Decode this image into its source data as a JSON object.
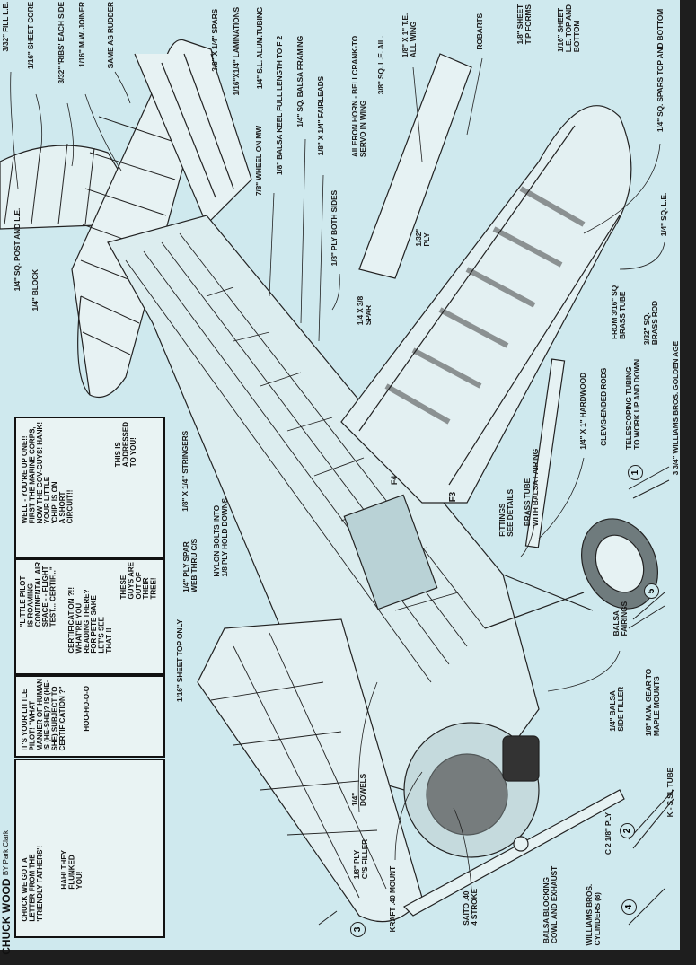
{
  "colors": {
    "paper": "#cfe9ee",
    "ink": "#1a1a1a",
    "border": "#1e1e1e"
  },
  "labels": {
    "fill_le": "3/32\" FILL L.E.",
    "sheet_core": "1/16\" SHEET CORE",
    "ribs_each_side": "3/32\" 'RIBS' EACH SIDE",
    "mw_joiner": "1/16\" M.W. JOINER",
    "same_as_rudder": "SAME AS RUDDER",
    "spars_3_8": "3/8\" X 1/4\" SPARS",
    "laminations": "1/16\"X1/4\" LAMINATIONS",
    "alum_tubing": "1/4\" S.L. ALUM.TUBING",
    "wheel_on_mw": "7/8\" WHEEL ON MW",
    "balsa_keel": "1/8\" BALSA KEEL FULL LENGTH TO F 2",
    "balsa_framing": "1/4\" SQ. BALSA FRAMING",
    "fairleads": "1/8\" X 1/4\" FAIRLEADS",
    "ply_both_sides": "1/8\" PLY BOTH SIDES",
    "aileron_horn": "AILERON HORN - BELLCRANK-TO\nSERVO IN WING",
    "sq_le_ail": "3/8\" SQ. L.E. AIL.",
    "te_all_wing": "1/8\" X 1\" T.E.\nALL WING",
    "robarts": "ROBARTS",
    "tip_forms": "1/8\" SHEET\nTIP FORMS",
    "sheet_le": "1/16\" SHEET\nL.E. TOP AND\nBOTTOM",
    "sq_spars_top_bottom": "1/4\" SQ. SPARS TOP AND BOTTOM",
    "sq_le": "1/4\" SQ. L.E.",
    "ply_1_32": "1/32\"\nPLY",
    "spar_1_4x3_8": "1/4 X 3/8\nSPAR",
    "brass_tube_from": "FROM 3/16\" SQ\nBRASS TUBE",
    "brass_rod": "3/32\" SQ.\nBRASS ROD",
    "williams_golden_age": "3 3/4\" WILLIAMS BROS. GOLDEN AGE",
    "post_and_le": "1/4\" SQ. POST AND L.E.",
    "block": "1/4\" BLOCK",
    "stringers": "1/8\" X 1/4\" STRINGERS",
    "hardwood": "1/4\" X 1\" HARDWOOD",
    "clevis_rods": "CLEVIS-ENDED RODS",
    "telescoping": "TELESCOPING TUBING\nTO WORK UP AND DOWN",
    "fittings": "FITTINGS\nSEE DETAILS",
    "brass_tube_fairing": "BRASS TUBE\nWITH BALSA FAIRING",
    "balsa_fairings": "BALSA\nFAIRINGS",
    "nylon_bolts": "NYLON BOLTS INTO\n1/8 PLY HOLD DOWNS",
    "ply_spar_web": "1/4\" PLY SPAR\nWEB THRU C/S",
    "sheet_top_only": "1/16\" SHEET TOP ONLY",
    "f3": "F3",
    "f4": "F4",
    "side_filler": "1/4\" BALSA\nSIDE FILLER",
    "gear_maple": "1/8\" M.W. GEAR TO\nMAPLE MOUNTS",
    "ks_tube": "K - S SL TUBE",
    "c2_ply": "C 2 1/8\" PLY",
    "dowels": "1/4\"\nDOWELS",
    "cs_filler": "1/8\" PLY\nC/S FILLER",
    "kraft_mount": "KRAFT .40 MOUNT",
    "saito": "SAITO .40\n4 STROKE",
    "balsa_blocking": "BALSA BLOCKING\nCOWL AND EXHAUST",
    "williams_cylinders": "WILLIAMS BROS.\nCYLINDERS (8)"
  },
  "details": [
    "1",
    "2",
    "3",
    "4",
    "5"
  ],
  "comic": {
    "title": "CHUCK WOOD",
    "byline": "BY Park Clark",
    "panels": [
      {
        "text": "CHUCK WE GOT A\nLETTER FROM THE\n'FRIENDLY FATHERS'!",
        "text2": "HAH! THEY\nFLUNKED\nYOU!"
      },
      {
        "text": "IT'S YOUR LITTLE\nPILOT! \"WHAT\nMANNER OF HUMAN\nIS (HE-SHE)? IS (HE-\nSHE) SUBJECT TO\nCERTIFICATION ?\"",
        "text2": "HOO-HO-O-O"
      },
      {
        "text": "CERTIFICATION ?!!\nWHAT'RE YOU\nREADING THERE?\nFOR PETE SAKE\nLET'S SEE\nTHAT !!",
        "text2": "\"LITTLE PILOT\nIS ROAMING\nCONTINENTAL AIR\nSPACE - - FLIGHT\nTEST... CERTIF...\"",
        "text3": "THESE\nGUYS ARE\nOUT OF\nTHEIR\nTREE!"
      },
      {
        "text": "WELL - YOU'RE UP ONE!!\nFIRST THE MARINE CORPS,\nNOW THE GOV-GUYS! HANK!\nYOUR LITTLE\n'CHIP' IS ON\nA SHORT\nCIRCUIT!!",
        "text2": "THIS IS\nADDRESSED\nTO YOU!"
      }
    ]
  }
}
